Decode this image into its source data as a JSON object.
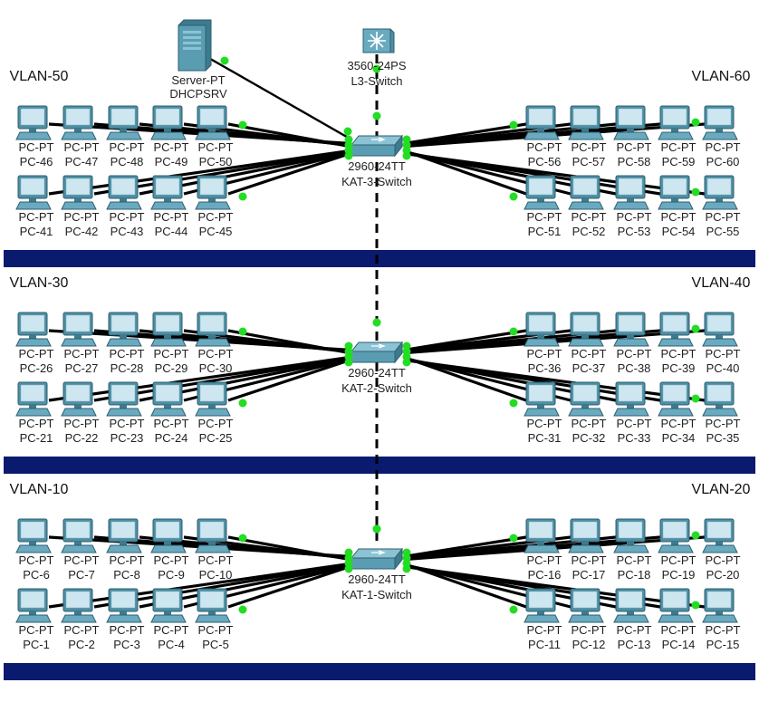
{
  "colors": {
    "background": "#ffffff",
    "link": "#000000",
    "link_endpoint": "#22dd22",
    "floor_bar": "#0a1a6e",
    "device_body": "#5a9db3",
    "monitor_screen": "#cde6f0"
  },
  "core": {
    "server": {
      "type": "Server-PT",
      "name": "DHCPSRV",
      "icon": "server-icon"
    },
    "l3_switch": {
      "type": "3560-24PS",
      "name": "L3-Switch",
      "icon": "multilayer-switch-icon"
    }
  },
  "floors": [
    {
      "switch": {
        "type": "2960-24TT",
        "name": "KAT-3-Switch",
        "icon": "switch-icon"
      },
      "left_vlan": "VLAN-50",
      "right_vlan": "VLAN-60",
      "left_top": [
        {
          "type": "PC-PT",
          "name": "PC-46"
        },
        {
          "type": "PC-PT",
          "name": "PC-47"
        },
        {
          "type": "PC-PT",
          "name": "PC-48"
        },
        {
          "type": "PC-PT",
          "name": "PC-49"
        },
        {
          "type": "PC-PT",
          "name": "PC-50"
        }
      ],
      "left_bottom": [
        {
          "type": "PC-PT",
          "name": "PC-41"
        },
        {
          "type": "PC-PT",
          "name": "PC-42"
        },
        {
          "type": "PC-PT",
          "name": "PC-43"
        },
        {
          "type": "PC-PT",
          "name": "PC-44"
        },
        {
          "type": "PC-PT",
          "name": "PC-45"
        }
      ],
      "right_top": [
        {
          "type": "PC-PT",
          "name": "PC-56"
        },
        {
          "type": "PC-PT",
          "name": "PC-57"
        },
        {
          "type": "PC-PT",
          "name": "PC-58"
        },
        {
          "type": "PC-PT",
          "name": "PC-59"
        },
        {
          "type": "PC-PT",
          "name": "PC-60"
        }
      ],
      "right_bottom": [
        {
          "type": "PC-PT",
          "name": "PC-51"
        },
        {
          "type": "PC-PT",
          "name": "PC-52"
        },
        {
          "type": "PC-PT",
          "name": "PC-53"
        },
        {
          "type": "PC-PT",
          "name": "PC-54"
        },
        {
          "type": "PC-PT",
          "name": "PC-55"
        }
      ]
    },
    {
      "switch": {
        "type": "2960-24TT",
        "name": "KAT-2-Switch",
        "icon": "switch-icon"
      },
      "left_vlan": "VLAN-30",
      "right_vlan": "VLAN-40",
      "left_top": [
        {
          "type": "PC-PT",
          "name": "PC-26"
        },
        {
          "type": "PC-PT",
          "name": "PC-27"
        },
        {
          "type": "PC-PT",
          "name": "PC-28"
        },
        {
          "type": "PC-PT",
          "name": "PC-29"
        },
        {
          "type": "PC-PT",
          "name": "PC-30"
        }
      ],
      "left_bottom": [
        {
          "type": "PC-PT",
          "name": "PC-21"
        },
        {
          "type": "PC-PT",
          "name": "PC-22"
        },
        {
          "type": "PC-PT",
          "name": "PC-23"
        },
        {
          "type": "PC-PT",
          "name": "PC-24"
        },
        {
          "type": "PC-PT",
          "name": "PC-25"
        }
      ],
      "right_top": [
        {
          "type": "PC-PT",
          "name": "PC-36"
        },
        {
          "type": "PC-PT",
          "name": "PC-37"
        },
        {
          "type": "PC-PT",
          "name": "PC-38"
        },
        {
          "type": "PC-PT",
          "name": "PC-39"
        },
        {
          "type": "PC-PT",
          "name": "PC-40"
        }
      ],
      "right_bottom": [
        {
          "type": "PC-PT",
          "name": "PC-31"
        },
        {
          "type": "PC-PT",
          "name": "PC-32"
        },
        {
          "type": "PC-PT",
          "name": "PC-33"
        },
        {
          "type": "PC-PT",
          "name": "PC-34"
        },
        {
          "type": "PC-PT",
          "name": "PC-35"
        }
      ]
    },
    {
      "switch": {
        "type": "2960-24TT",
        "name": "KAT-1-Switch",
        "icon": "switch-icon"
      },
      "left_vlan": "VLAN-10",
      "right_vlan": "VLAN-20",
      "left_top": [
        {
          "type": "PC-PT",
          "name": "PC-6"
        },
        {
          "type": "PC-PT",
          "name": "PC-7"
        },
        {
          "type": "PC-PT",
          "name": "PC-8"
        },
        {
          "type": "PC-PT",
          "name": "PC-9"
        },
        {
          "type": "PC-PT",
          "name": "PC-10"
        }
      ],
      "left_bottom": [
        {
          "type": "PC-PT",
          "name": "PC-1"
        },
        {
          "type": "PC-PT",
          "name": "PC-2"
        },
        {
          "type": "PC-PT",
          "name": "PC-3"
        },
        {
          "type": "PC-PT",
          "name": "PC-4"
        },
        {
          "type": "PC-PT",
          "name": "PC-5"
        }
      ],
      "right_top": [
        {
          "type": "PC-PT",
          "name": "PC-16"
        },
        {
          "type": "PC-PT",
          "name": "PC-17"
        },
        {
          "type": "PC-PT",
          "name": "PC-18"
        },
        {
          "type": "PC-PT",
          "name": "PC-19"
        },
        {
          "type": "PC-PT",
          "name": "PC-20"
        }
      ],
      "right_bottom": [
        {
          "type": "PC-PT",
          "name": "PC-11"
        },
        {
          "type": "PC-PT",
          "name": "PC-12"
        },
        {
          "type": "PC-PT",
          "name": "PC-13"
        },
        {
          "type": "PC-PT",
          "name": "PC-14"
        },
        {
          "type": "PC-PT",
          "name": "PC-15"
        }
      ]
    }
  ]
}
